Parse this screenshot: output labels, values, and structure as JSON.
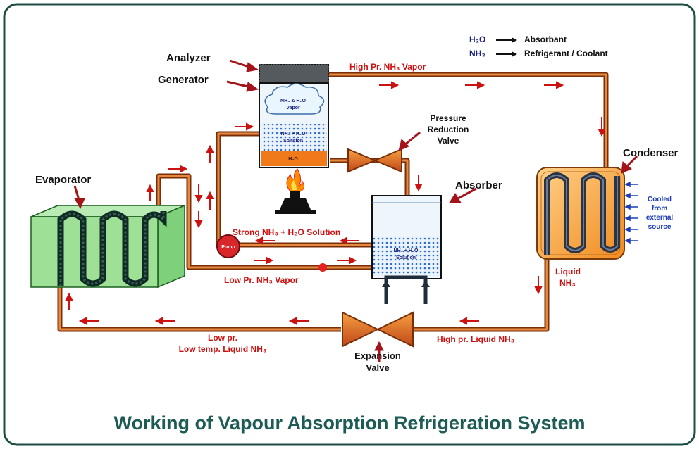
{
  "title": "Working of Vapour Absorption Refrigeration System",
  "legend": {
    "absorbant_formula": "H₂O",
    "absorbant_label": "Absorbant",
    "refrigerant_formula": "NH₃",
    "refrigerant_label": "Refrigerant / Coolant"
  },
  "components": {
    "analyzer": "Analyzer",
    "generator": "Generator",
    "condenser": "Condenser",
    "evaporator": "Evaporator",
    "absorber": "Absorber",
    "pressure_valve_line1": "Pressure",
    "pressure_valve_line2": "Reduction",
    "pressure_valve_line3": "Valve",
    "expansion_valve_line1": "Expansion",
    "expansion_valve_line2": "Valve",
    "pump": "Pump"
  },
  "flows": {
    "high_pr_vapor": "High Pr. NH₃ Vapor",
    "strong_solution": "Strong NH₃ + H₂O Solution",
    "low_pr_vapor": "Low Pr. NH₃ Vapor",
    "liquid_nh3_line1": "Liquid",
    "liquid_nh3_line2": "NH₃",
    "high_pr_liquid": "High pr. Liquid NH₃",
    "low_pr_line1": "Low pr.",
    "low_pr_line2": "Low temp. Liquid NH₃"
  },
  "generator_contents": {
    "vapor_line1": "NH₃ & H₂O",
    "vapor_line2": "Vapor",
    "solution_line1": "NH₃ + H₂O",
    "solution_line2": "Solution",
    "water": "H₂O"
  },
  "absorber_contents": {
    "solution_line1": "NH₃ + H₂O",
    "solution_line2": "Solution"
  },
  "cooling_note": {
    "line1": "Cooled",
    "line2": "from",
    "line3": "external",
    "line4": "source"
  },
  "colors": {
    "pipe": "#c8651e",
    "arrow": "#cc1111",
    "frame": "#1d4e43",
    "title": "#1d5c55"
  }
}
